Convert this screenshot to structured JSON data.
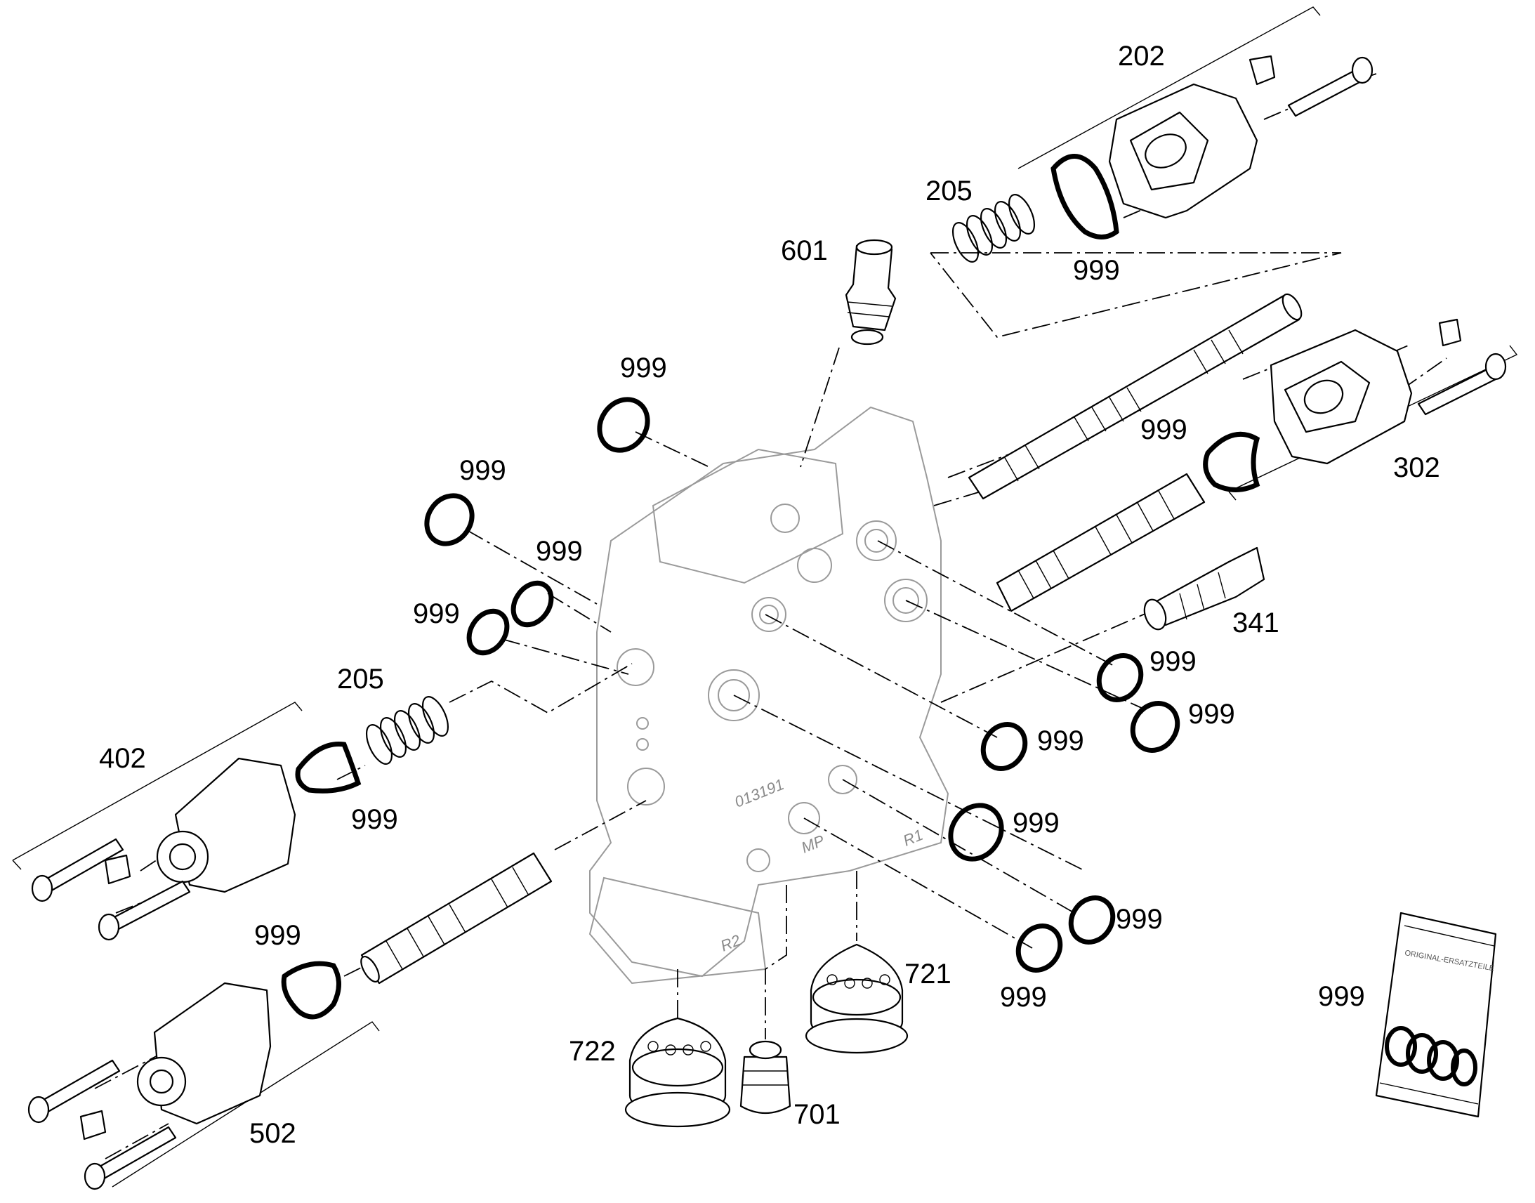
{
  "labels": {
    "p202": "202",
    "p205_top": "205",
    "p601": "601",
    "p999_a": "999",
    "p999_b": "999",
    "p999_c": "999",
    "p999_d": "999",
    "p999_e": "999",
    "p302": "302",
    "p999_f": "999",
    "p341": "341",
    "p205_left": "205",
    "p402": "402",
    "p999_g": "999",
    "p999_h": "999",
    "p999_i": "999",
    "p999_j": "999",
    "p999_k": "999",
    "p999_l": "999",
    "p999_m": "999",
    "p721": "721",
    "p722": "722",
    "p701": "701",
    "p502": "502",
    "p999_kit": "999",
    "p999_n": "999"
  },
  "castings": {
    "code": "013191",
    "r1": "R1",
    "r2": "R2",
    "mp": "MP"
  },
  "bag": {
    "text": "ORIGINAL-ERSATZTEILE"
  }
}
